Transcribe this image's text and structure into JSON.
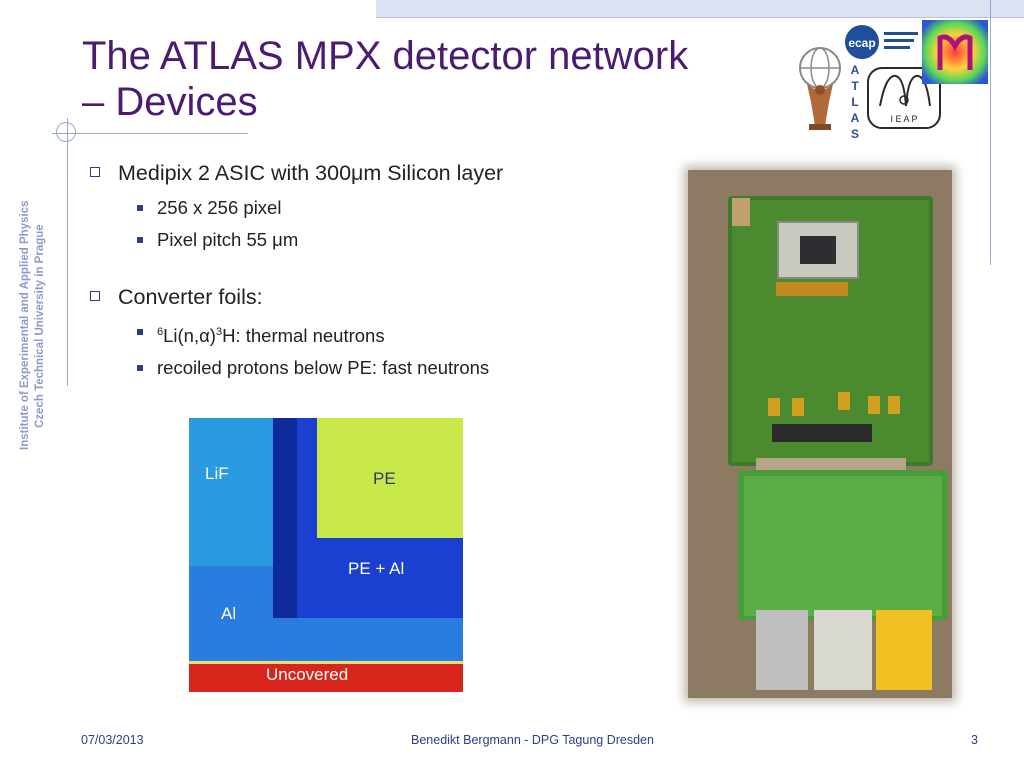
{
  "side_banner": {
    "line1": "Institute of Experimental and Applied Physics",
    "line2": "Czech Technical University in Prague"
  },
  "title": {
    "line1": "The ATLAS MPX detector network",
    "line2": "– Devices"
  },
  "logos": {
    "atlas_letters": [
      "A",
      "T",
      "L",
      "A",
      "S"
    ],
    "ieap_label": "I E A P",
    "ecap_label": "ecap"
  },
  "bullets": [
    {
      "text": "Medipix 2 ASIC with 300μm Silicon layer",
      "sub": [
        "256 x 256 pixel",
        "Pixel pitch 55 μm"
      ]
    },
    {
      "text": "Converter foils:",
      "sub_rich": {
        "sup1": "6",
        "part1": "Li(n,α)",
        "sup2": "3",
        "part2": "H: thermal neutrons"
      },
      "sub": [
        "recoiled protons below PE: fast neutrons"
      ]
    }
  ],
  "foil_image": {
    "labels": {
      "lif": "LiF",
      "pe": "PE",
      "pe_al": "PE + Al",
      "al": "Al",
      "uncovered": "Uncovered"
    },
    "colors": {
      "lif": "#2a9be0",
      "pe": "#c9e84a",
      "pe_al": "#1b3fd0",
      "al": "#2a7de0",
      "frame": "#0f2a9a",
      "uncovered": "#d8261c"
    }
  },
  "footer": {
    "date": "07/03/2013",
    "center": "Benedikt Bergmann - DPG Tagung Dresden",
    "page": "3"
  },
  "colors": {
    "title": "#4b1a73",
    "accent": "#2a3a8c",
    "side_text": "#8f9acb"
  }
}
